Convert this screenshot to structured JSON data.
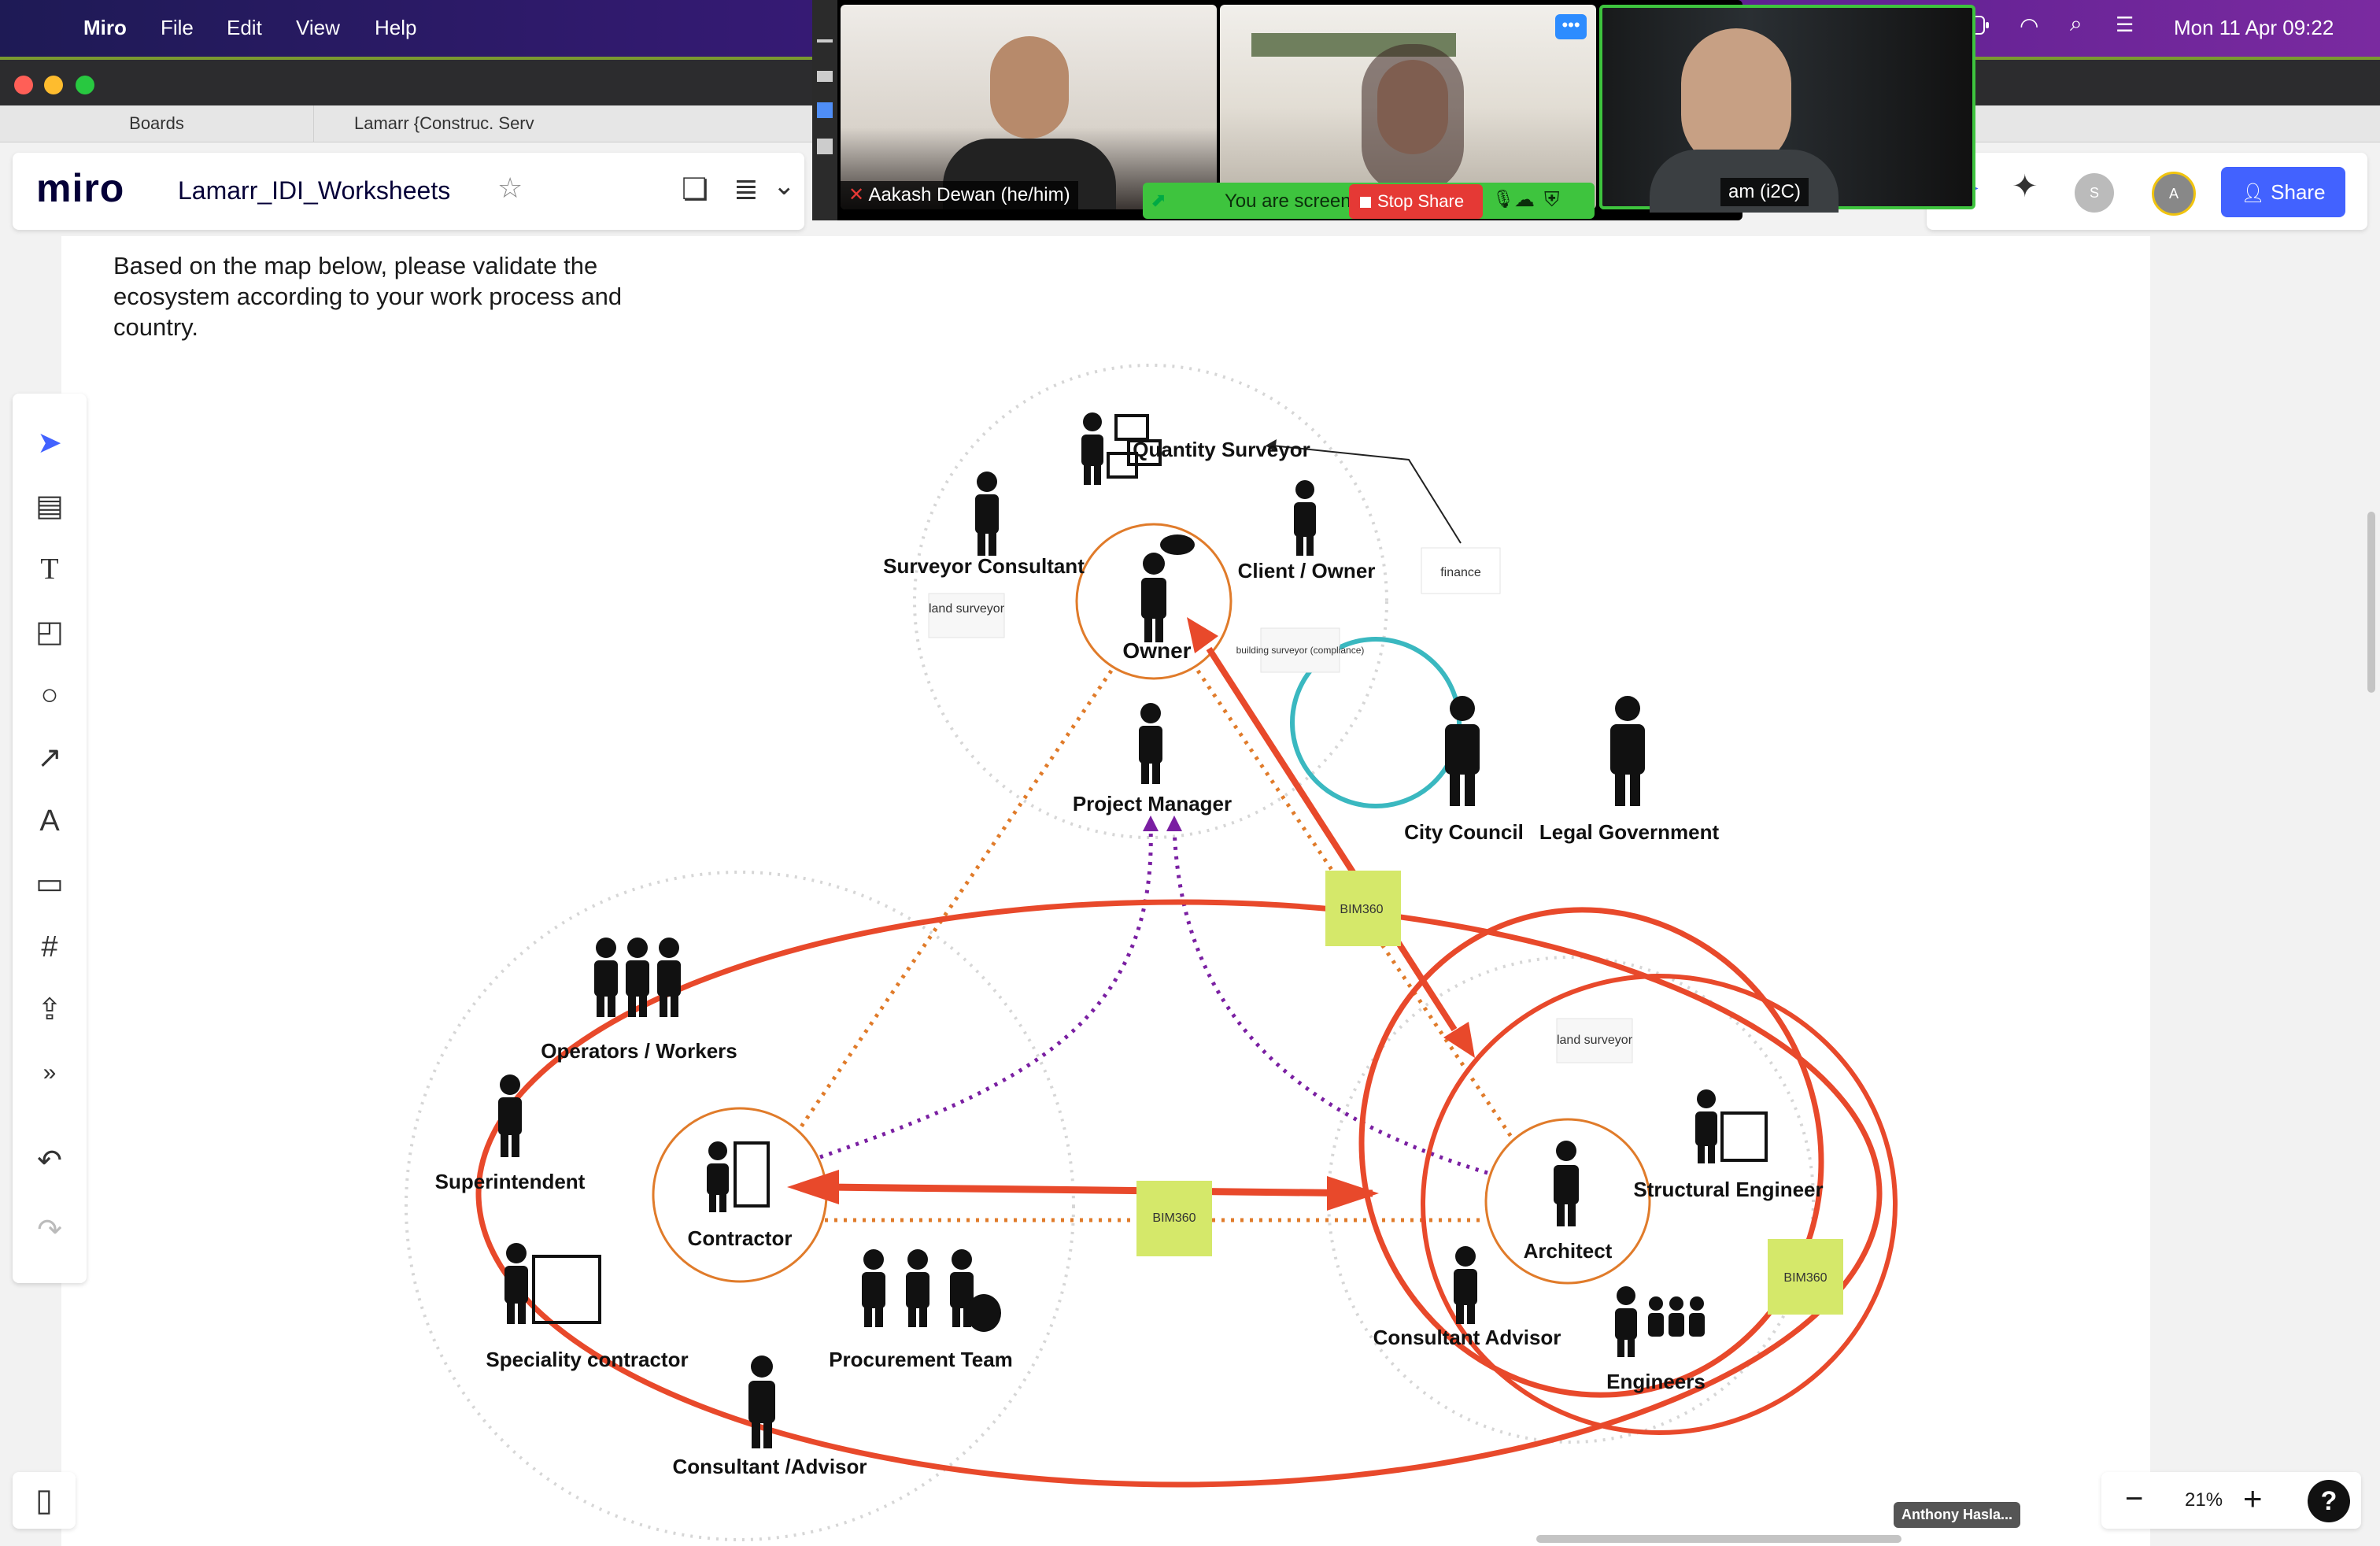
{
  "menubar": {
    "app": "Miro",
    "items": [
      "File",
      "Edit",
      "View",
      "Help"
    ],
    "datetime": "Mon 11 Apr  09:22"
  },
  "browser_tabs": [
    "Boards",
    "Lamarr {Construc. Serv"
  ],
  "miro": {
    "logo": "miro",
    "board_title": "Lamarr_IDI_Worksheets",
    "share_label": "Share",
    "avatar_s": "S",
    "avatar_a": "A",
    "zoom_level": "21%",
    "help": "?",
    "cursor_tag": "Anthony Hasla..."
  },
  "zoom_call": {
    "participants": [
      "Aakash Dewan (he/him)",
      "am (i2C)"
    ],
    "sharing_text": "You are screen sharing",
    "stop_share": "Stop Share"
  },
  "board": {
    "instruction": "Based on the map below, please validate the ecosystem according to your work process and country.",
    "roles": {
      "quantity_surveyor": "Quantity Surveyor",
      "surveyor_consultant": "Surveyor Consultant",
      "owner": "Owner",
      "client_owner": "Client / Owner",
      "project_manager": "Project Manager",
      "city_council": "City Council",
      "legal_government": "Legal Government",
      "operators": "Operators / Workers",
      "superintendent": "Superintendent",
      "contractor": "Contractor",
      "speciality_contractor": "Speciality contractor",
      "procurement_team": "Procurement Team",
      "consultant_advisor_left": "Consultant /Advisor",
      "architect": "Architect",
      "structural_engineer": "Structural Engineer",
      "consultant_advisor_right": "Consultant Advisor",
      "engineers": "Engineers"
    },
    "notes": {
      "finance": "finance",
      "land_surveyor": "land surveyor",
      "building_surveyor": "building surveyor (compliance)",
      "bim360": "BIM360"
    }
  },
  "colors": {
    "accent": "#4262ff",
    "red_annotation": "#e8492b",
    "orange_line": "#e07b2a",
    "purple_line": "#7a1fa2",
    "teal_circle": "#3ab8c0",
    "sticky": "#d5e86a",
    "zoom_green": "#3ec43e"
  }
}
